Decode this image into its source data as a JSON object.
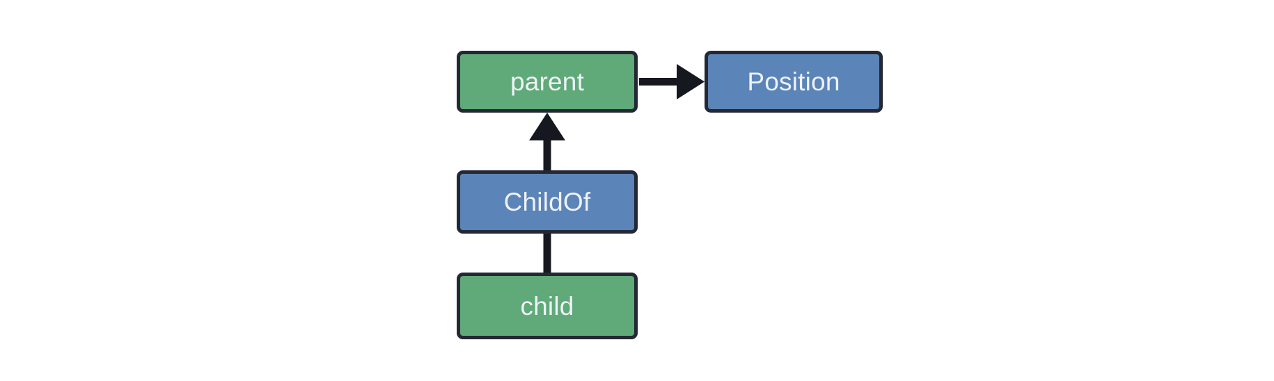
{
  "diagram": {
    "title": "",
    "background_color": "#ffffff",
    "palette": {
      "entity_fill": "#5faa78",
      "relation_fill": "#5b84b8",
      "border": "#232834",
      "edge": "#16181f",
      "label_text": "#eef2f8"
    },
    "nodes": [
      {
        "id": "parent",
        "label": "parent",
        "kind": "entity",
        "fill": "#5faa78"
      },
      {
        "id": "position",
        "label": "Position",
        "kind": "relation",
        "fill": "#5b84b8"
      },
      {
        "id": "childof",
        "label": "ChildOf",
        "kind": "relation",
        "fill": "#5b84b8"
      },
      {
        "id": "child",
        "label": "child",
        "kind": "entity",
        "fill": "#5faa78"
      }
    ],
    "edges": [
      {
        "id": "parent-to-position",
        "from": "parent",
        "to": "position",
        "arrow": "single",
        "direction": "right"
      },
      {
        "id": "childof-to-parent",
        "from": "childof",
        "to": "parent",
        "arrow": "single",
        "direction": "up"
      },
      {
        "id": "child-to-childof",
        "from": "child",
        "to": "childof",
        "arrow": "none",
        "direction": "up"
      }
    ]
  }
}
